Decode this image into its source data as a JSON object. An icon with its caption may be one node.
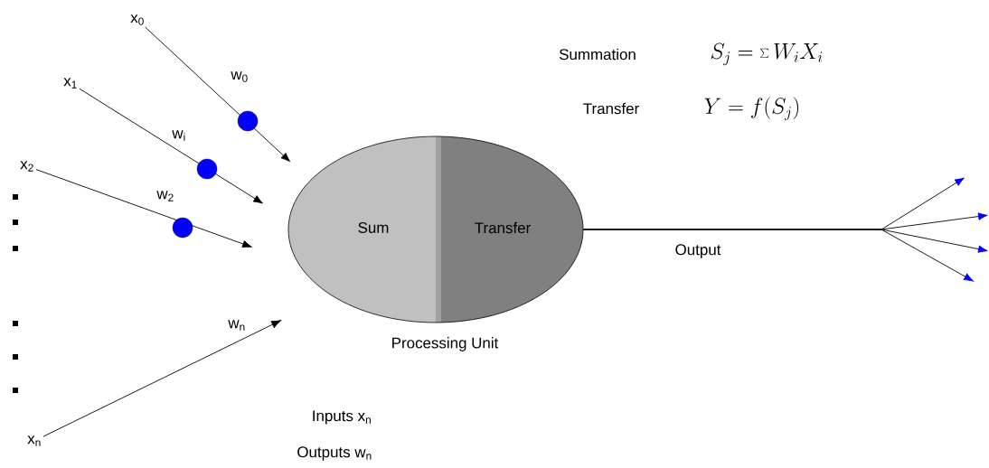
{
  "diagram": {
    "nodes": [
      {
        "text": [
          "x$_{0}$"
        ]
      },
      {
        "text": [
          "x$_{1}$"
        ]
      },
      {
        "text": [
          "x$_{2}$"
        ]
      },
      {
        "text": [
          "x$_{n}$"
        ]
      },
      {
        "text": [
          "Sum",
          "Transfer"
        ],
        "beside": [
          "Processing Unit"
        ]
      }
    ],
    "edges": [
      {
        "from": 0,
        "to": null,
        "arrow": "to",
        "label": "w$_{0}$"
      },
      {
        "from": 1,
        "to": null,
        "arrow": "to",
        "label": "w$_{i}$"
      },
      {
        "from": 2,
        "to": null,
        "arrow": "to",
        "label": "w$_{2}$"
      },
      {
        "from": 3,
        "to": null,
        "arrow": "to",
        "label": "w$_{n}$"
      },
      {
        "from": 4,
        "to": null,
        "arrow": "to",
        "label": "Output"
      },
      {
        "from": 4,
        "to": null,
        "arrow": "to"
      },
      {
        "from": 4,
        "to": null,
        "arrow": "to"
      },
      {
        "from": 4,
        "to": null,
        "arrow": "to"
      }
    ],
    "labels": [
      "Summation",
      "S_{j} = \\sum W_{i}X_{i}",
      "Transfer",
      "Y = f(S_{j})",
      "Inputs x$_{n}$",
      "Outputs w$_{n}$"
    ]
  }
}
